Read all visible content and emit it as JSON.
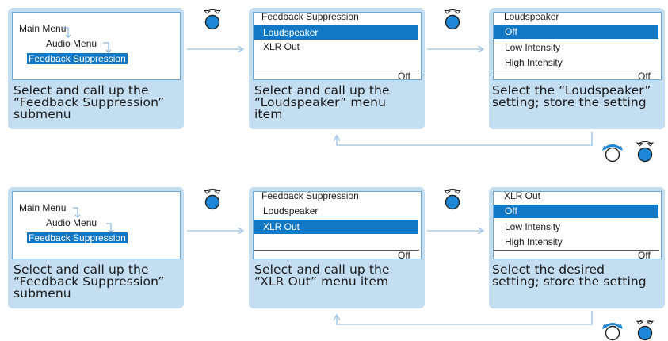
{
  "rows": [
    {
      "step1": {
        "tree": [
          "Main Menu",
          "Audio Menu",
          "Feedback Suppression"
        ],
        "caption": [
          "Select and call up the",
          "“Feedback Suppression”",
          "submenu"
        ]
      },
      "step2": {
        "title": "Feedback Suppression",
        "items": [
          "Loudspeaker",
          "XLR Out"
        ],
        "selected": 0,
        "status": "Off",
        "caption": [
          "Select and call up the",
          "“Loudspeaker” menu",
          "item"
        ]
      },
      "step3": {
        "title": "Loudspeaker",
        "items": [
          "Off",
          "Low Intensity",
          "High Intensity"
        ],
        "selected": 0,
        "status": "Off",
        "caption": [
          "Select the “Loudspeaker”",
          "setting; store the setting"
        ]
      }
    },
    {
      "step1": {
        "tree": [
          "Main Menu",
          "Audio Menu",
          "Feedback Suppression"
        ],
        "caption": [
          "Select and call up the",
          "“Feedback Suppression”",
          "submenu"
        ]
      },
      "step2": {
        "title": "Feedback Suppression",
        "items": [
          "Loudspeaker",
          "XLR Out"
        ],
        "selected": 1,
        "status": "Off",
        "caption": [
          "Select and call up the",
          "“XLR Out” menu item"
        ]
      },
      "step3": {
        "title": "XLR Out",
        "items": [
          "Off",
          "Low Intensity",
          "High Intensity"
        ],
        "selected": 0,
        "status": "Off",
        "caption": [
          "Select the desired",
          "setting; store the setting"
        ]
      }
    }
  ],
  "colors": {
    "panel": "#c3ddf1",
    "highlight": "#1277c4",
    "arrow": "#a9cbe8",
    "knob": "#1e88d8"
  },
  "icons": [
    "jog-dial-press-icon",
    "jog-dial-turn-icon",
    "flow-arrow"
  ]
}
